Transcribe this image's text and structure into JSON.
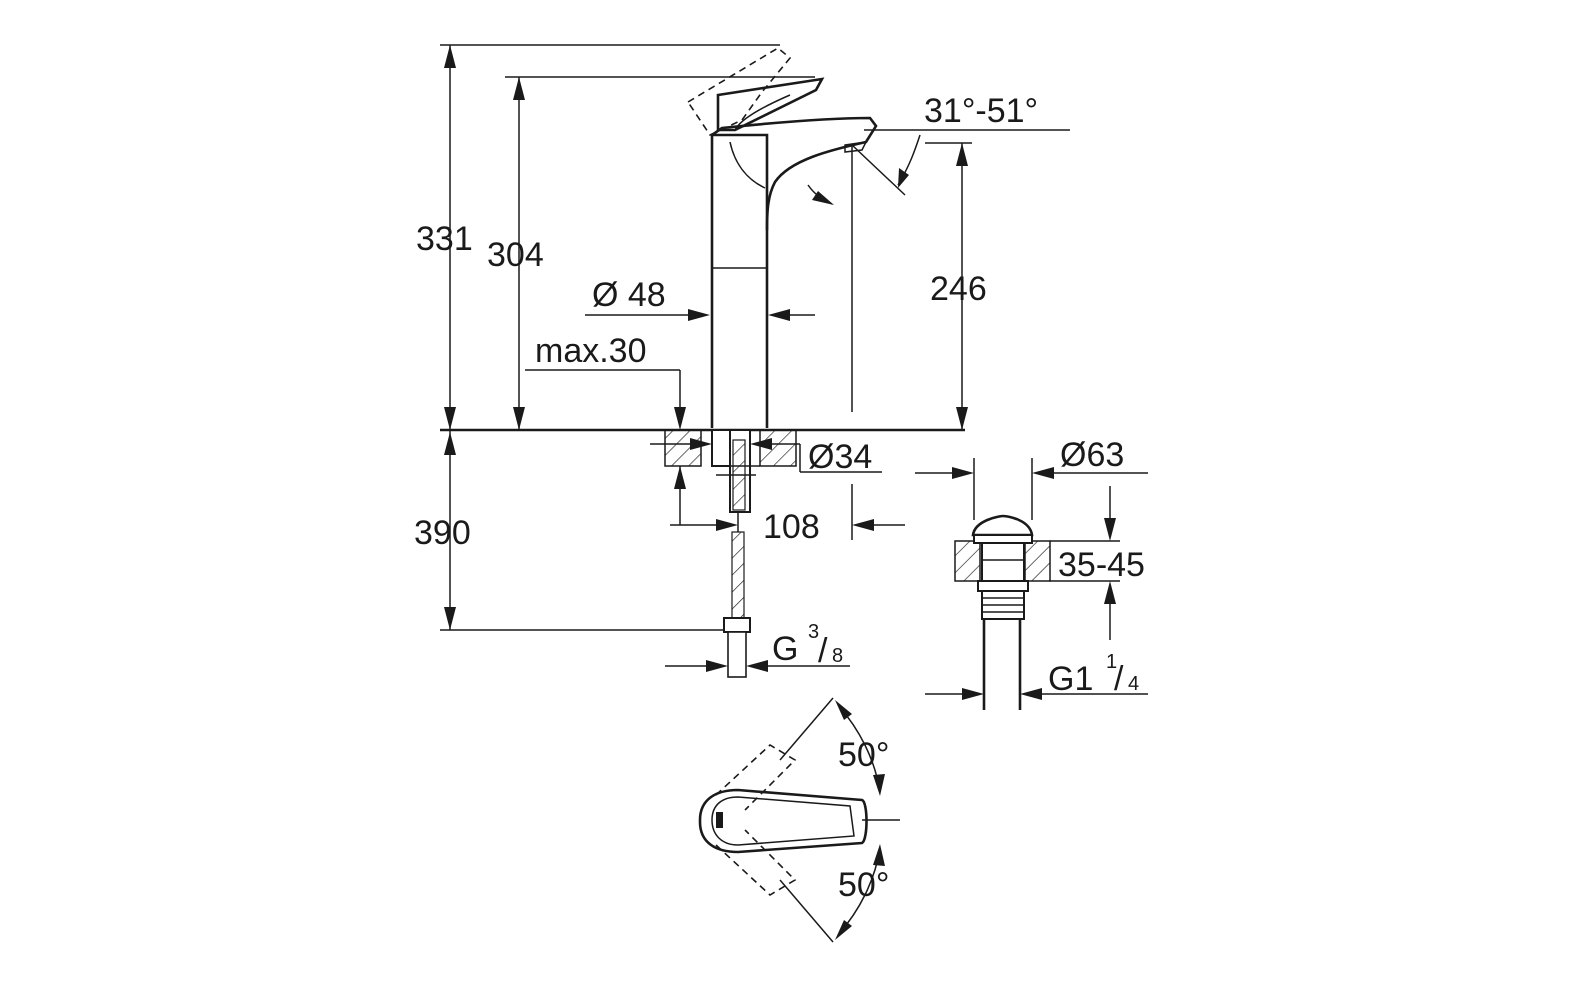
{
  "dimensions": {
    "overall_height": "331",
    "lever_height": "304",
    "spout_height": "246",
    "spout_angle": "31°-51°",
    "body_diameter": "Ø 48",
    "max_thickness": "max.30",
    "hole_diameter": "Ø34",
    "spout_reach": "108",
    "hose_length": "390",
    "hose_thread_main": "G",
    "hose_thread_num": "3",
    "hose_thread_den": "8",
    "waste_diameter": "Ø63",
    "waste_thickness": "35-45",
    "waste_thread_main": "G1",
    "waste_thread_num": "1",
    "waste_thread_den": "4",
    "rotation_top": "50°",
    "rotation_bottom": "50°"
  },
  "colors": {
    "line": "#1a1a1a",
    "background": "#ffffff"
  }
}
